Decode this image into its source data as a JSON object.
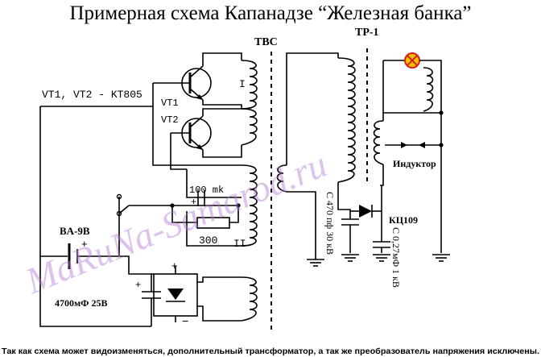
{
  "title": "Примерная схема Капанадзе “Железная банка”",
  "labels": {
    "tbc": "ТВС",
    "tp1": "ТР-1",
    "transistors": "VT1, VT2 - KT805",
    "vt1": "VT1",
    "vt2": "VT2",
    "winding_1": "I",
    "winding_2": "II",
    "cap_100": "100 mk",
    "res_300": "300",
    "battery": "BA-9B",
    "battery_plus": "+",
    "cap_4700": "4700мФ 25В",
    "cap_4700_plus": "+",
    "bridge_plus": "+",
    "bridge_minus": "−",
    "cap_470": "С 470 пф 30 кВ",
    "diode": "КЦ109",
    "cap_027": "С 0,27мФ 1 кВ",
    "inductor": "Индуктор",
    "cap_100_plus": "+"
  },
  "watermark": "MaRuNa-Samarod.ru",
  "footer": "Так как  схема может видоизменяться, дополнительный трансформатор, а так же  преобразователь напряжения исключены.",
  "colors": {
    "lamp_fill": "#f2c200",
    "lamp_stroke": "#d2201a",
    "watermark": "#b47ad6"
  }
}
